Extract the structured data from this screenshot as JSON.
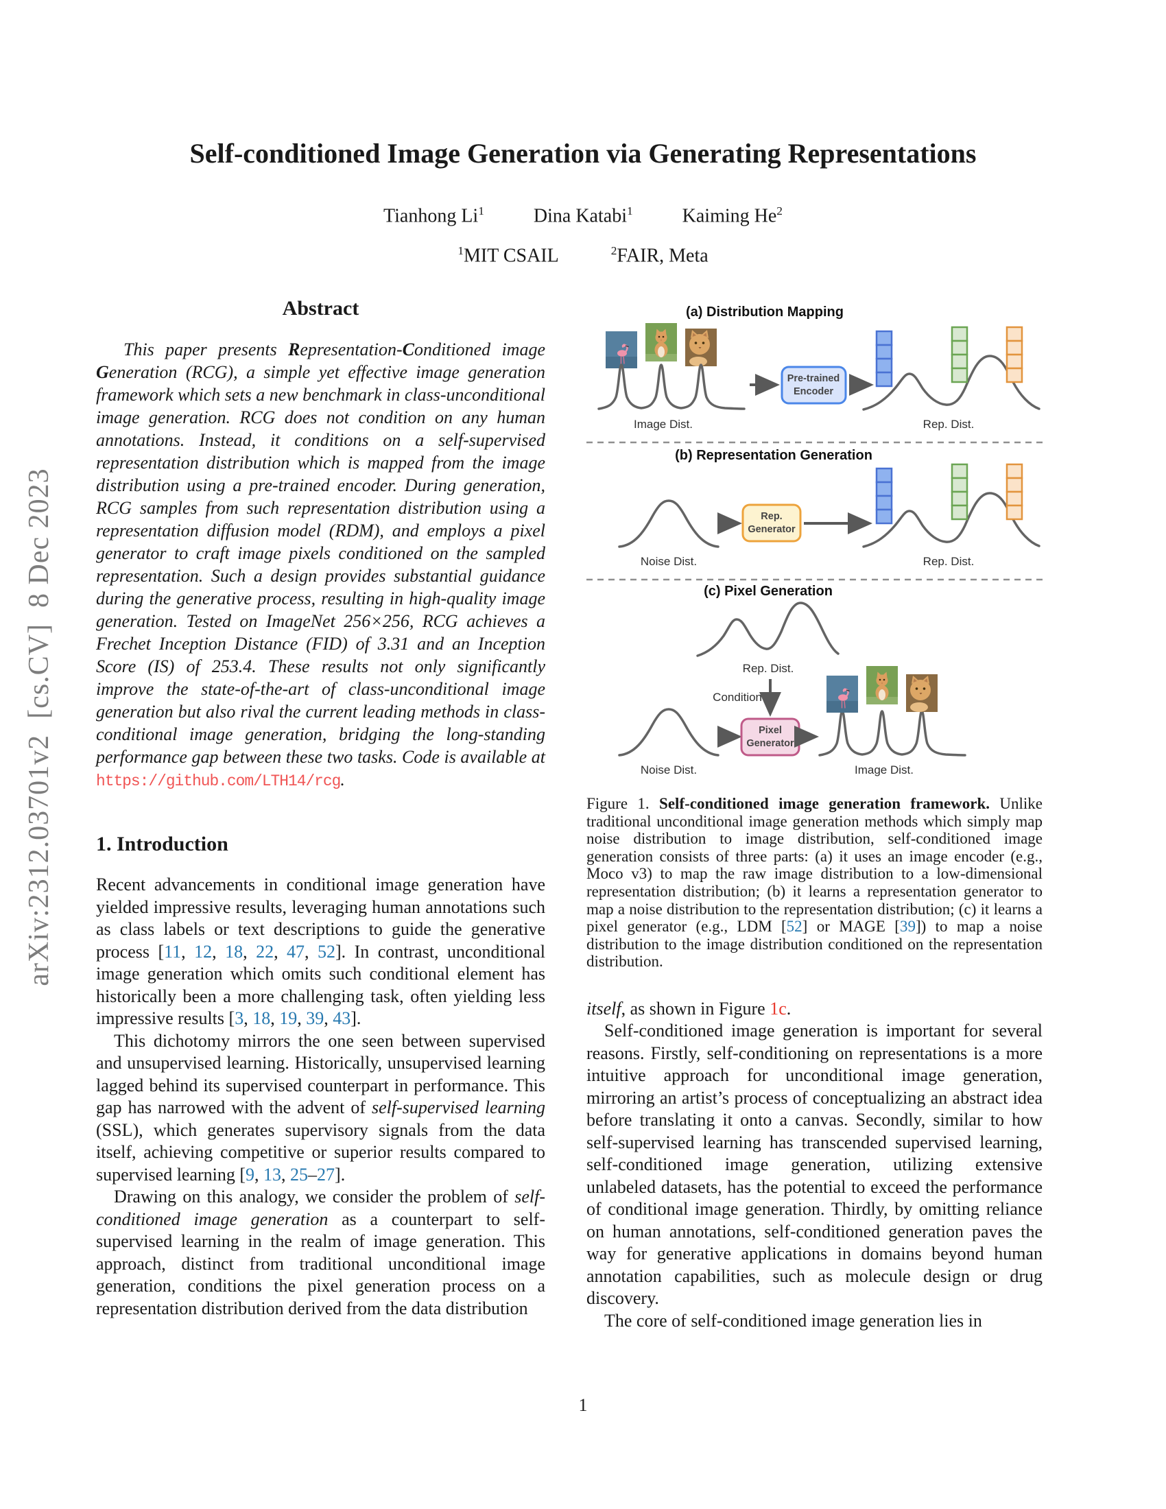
{
  "page": {
    "arxiv_label": "arXiv:2312.03701v2  [cs.CV]  8 Dec 2023",
    "number": "1"
  },
  "header": {
    "title": "Self-conditioned Image Generation via Generating Representations",
    "authors": [
      {
        "name": "Tianhong Li",
        "sup": "1"
      },
      {
        "name": "Dina Katabi",
        "sup": "1"
      },
      {
        "name": "Kaiming He",
        "sup": "2"
      }
    ],
    "affiliations": [
      {
        "sup": "1",
        "name": "MIT CSAIL"
      },
      {
        "sup": "2",
        "name": "FAIR, Meta"
      }
    ]
  },
  "abstract": {
    "heading": "Abstract",
    "body": [
      {
        "t": "This paper presents "
      },
      {
        "t": "R",
        "s": "b"
      },
      {
        "t": "epresentation-"
      },
      {
        "t": "C",
        "s": "b"
      },
      {
        "t": "onditioned image "
      },
      {
        "t": "G",
        "s": "b"
      },
      {
        "t": "eneration (RCG), a simple yet effective image generation framework which sets a new benchmark in class-unconditional image generation. RCG does not condition on any human annotations. Instead, it conditions on a self-supervised representation distribution which is mapped from the image distribution using a pre-trained encoder. During generation, RCG samples from such representation distribution using a representation diffusion model (RDM), and employs a pixel generator to craft image pixels conditioned on the sampled representation. Such a design provides substantial guidance during the generative process, resulting in high-quality image generation. Tested on ImageNet 256×256, RCG achieves a Frechet Inception Distance (FID) of 3.31 and an Inception Score (IS) of 253.4. These results not only significantly improve the state-of-the-art of class-unconditional image generation but also rival the current leading methods in class-conditional image generation, bridging the long-standing performance gap between these two tasks. Code is available at "
      },
      {
        "t": "https://github.com/LTH14/rcg",
        "s": "url"
      },
      {
        "t": "."
      }
    ]
  },
  "intro": {
    "heading": "1. Introduction",
    "p1": [
      {
        "t": "Recent advancements in conditional image generation have yielded impressive results, leveraging human annotations such as class labels or text descriptions to guide the generative process ["
      },
      {
        "t": "11",
        "s": "cite"
      },
      {
        "t": ", "
      },
      {
        "t": "12",
        "s": "cite"
      },
      {
        "t": ", "
      },
      {
        "t": "18",
        "s": "cite"
      },
      {
        "t": ", "
      },
      {
        "t": "22",
        "s": "cite"
      },
      {
        "t": ", "
      },
      {
        "t": "47",
        "s": "cite"
      },
      {
        "t": ", "
      },
      {
        "t": "52",
        "s": "cite"
      },
      {
        "t": "]. In contrast, unconditional image generation which omits such conditional element has historically been a more challenging task, often yielding less impressive results ["
      },
      {
        "t": "3",
        "s": "cite"
      },
      {
        "t": ", "
      },
      {
        "t": "18",
        "s": "cite"
      },
      {
        "t": ", "
      },
      {
        "t": "19",
        "s": "cite"
      },
      {
        "t": ", "
      },
      {
        "t": "39",
        "s": "cite"
      },
      {
        "t": ", "
      },
      {
        "t": "43",
        "s": "cite"
      },
      {
        "t": "]."
      }
    ],
    "p2": [
      {
        "t": "This dichotomy mirrors the one seen between supervised and unsupervised learning. Historically, unsupervised learning lagged behind its supervised counterpart in performance. This gap has narrowed with the advent of "
      },
      {
        "t": "self-supervised learning",
        "s": "i"
      },
      {
        "t": " (SSL), which generates supervisory signals from the data itself, achieving competitive or superior results compared to supervised learning ["
      },
      {
        "t": "9",
        "s": "cite"
      },
      {
        "t": ", "
      },
      {
        "t": "13",
        "s": "cite"
      },
      {
        "t": ", "
      },
      {
        "t": "25",
        "s": "cite"
      },
      {
        "t": "–"
      },
      {
        "t": "27",
        "s": "cite"
      },
      {
        "t": "]."
      }
    ],
    "p3": [
      {
        "t": "Drawing on this analogy, we consider the problem of "
      },
      {
        "t": "self-conditioned image generation",
        "s": "i"
      },
      {
        "t": " as a counterpart to self-supervised learning in the realm of image generation. This approach, distinct from traditional unconditional image generation, conditions the pixel generation process on a representation distribution derived from the data distribution"
      }
    ]
  },
  "figure": {
    "panel_a": {
      "title": "(a) Distribution Mapping",
      "left_label": "Image Dist.",
      "box_line1": "Pre-trained",
      "box_line2": "Encoder",
      "right_label": "Rep. Dist."
    },
    "panel_b": {
      "title": "(b) Representation Generation",
      "left_label": "Noise Dist.",
      "box_line1": "Rep.",
      "box_line2": "Generator",
      "right_label": "Rep. Dist."
    },
    "panel_c": {
      "title": "(c) Pixel Generation",
      "top_label": "Rep. Dist.",
      "condition_label": "Condition",
      "left_label": "Noise Dist.",
      "box_line1": "Pixel",
      "box_line2": "Generator",
      "right_label": "Image Dist."
    },
    "caption": [
      {
        "t": "Figure 1. "
      },
      {
        "t": "Self-conditioned image generation framework.",
        "s": "b"
      },
      {
        "t": " Unlike traditional unconditional image generation methods which simply map noise distribution to image distribution, self-conditioned image generation consists of three parts: (a) it uses an image encoder (e.g., Moco v3) to map the raw image distribution to a low-dimensional representation distribution; (b) it learns a representation generator to map a noise distribution to the representation distribution; (c) it learns a pixel generator (e.g., LDM ["
      },
      {
        "t": "52",
        "s": "cite"
      },
      {
        "t": "] or MAGE ["
      },
      {
        "t": "39",
        "s": "cite"
      },
      {
        "t": "]) to map a noise distribution to the image distribution conditioned on the representation distribution."
      }
    ],
    "colors": {
      "encoder_box": "#d9e4fb",
      "encoder_border": "#4a86e8",
      "rep_generator_box": "#fdf3d0",
      "rep_generator_border": "#eda33c",
      "pixel_generator_box": "#f5d9e6",
      "pixel_generator_border": "#bf5a88",
      "vector_blue": "#8fb2ef",
      "vector_green": "#d8e8d0",
      "vector_orange": "#fbe3c9",
      "curve": "#646464"
    }
  },
  "right_column": {
    "p_cont": [
      {
        "t": "itself",
        "s": "i"
      },
      {
        "t": ", as shown in Figure "
      },
      {
        "t": "1c",
        "s": "ref"
      },
      {
        "t": "."
      }
    ],
    "p2": [
      {
        "t": "Self-conditioned image generation is important for several reasons. Firstly, self-conditioning on representations is a more intuitive approach for unconditional image generation, mirroring an artist’s process of conceptualizing an abstract idea before translating it onto a canvas. Secondly, similar to how self-supervised learning has transcended supervised learning, self-conditioned image generation, utilizing extensive unlabeled datasets, has the potential to exceed the performance of conditional image generation. Thirdly, by omitting reliance on human annotations, self-conditioned generation paves the way for generative applications in domains beyond human annotation capabilities, such as molecule design or drug discovery."
      }
    ],
    "p3": [
      {
        "t": "The core of self-conditioned image generation lies in"
      }
    ]
  }
}
